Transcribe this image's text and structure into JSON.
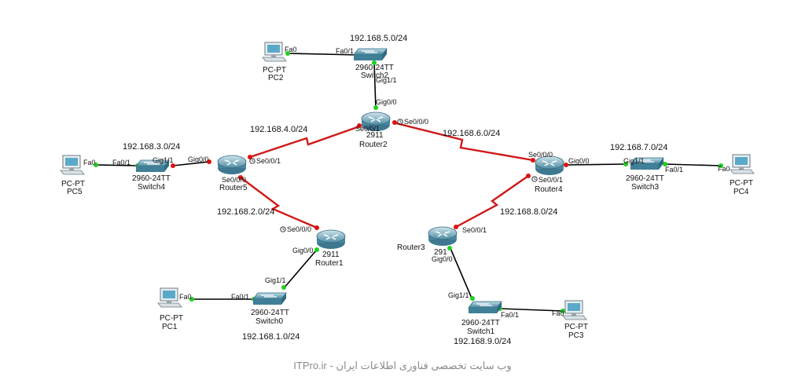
{
  "colors": {
    "ethernet": "#000000",
    "serial": "#d01818",
    "link_up": "#1fd01f",
    "link_down": "#e01010",
    "router_body": "#5f9fb5",
    "switch_body": "#4e8fa6",
    "pc_screen": "#5aa9c9"
  },
  "devices": {
    "router1": {
      "icon": "router-icon",
      "model": "2911",
      "name": "Router1"
    },
    "router2": {
      "icon": "router-icon",
      "model": "2911",
      "name": "Router2"
    },
    "router3": {
      "icon": "router-icon",
      "model": "291",
      "name": "Router3"
    },
    "router4": {
      "icon": "router-icon",
      "model": "",
      "name": "Router4"
    },
    "router5": {
      "icon": "router-icon",
      "model": "",
      "name": "Router5"
    },
    "switch0": {
      "icon": "switch-icon",
      "model": "2960-24TT",
      "name": "Switch0"
    },
    "switch1": {
      "icon": "switch-icon",
      "model": "2960-24TT",
      "name": "Switch1"
    },
    "switch2": {
      "icon": "switch-icon",
      "model": "2960-24TT",
      "name": "Switch2"
    },
    "switch3": {
      "icon": "switch-icon",
      "model": "2960-24TT",
      "name": "Switch3"
    },
    "switch4": {
      "icon": "switch-icon",
      "model": "2960-24TT",
      "name": "Switch4"
    },
    "pc1": {
      "icon": "pc-icon",
      "model": "PC-PT",
      "name": "PC1"
    },
    "pc2": {
      "icon": "pc-icon",
      "model": "PC-PT",
      "name": "PC2"
    },
    "pc3": {
      "icon": "pc-icon",
      "model": "PC-PT",
      "name": "PC3"
    },
    "pc4": {
      "icon": "pc-icon",
      "model": "PC-PT",
      "name": "PC4"
    },
    "pc5": {
      "icon": "pc-icon",
      "model": "PC-PT",
      "name": "PC5"
    }
  },
  "networks": {
    "n1": "192.168.1.0/24",
    "n2": "192.168.2.0/24",
    "n3": "192.168.3.0/24",
    "n4": "192.168.4.0/24",
    "n5": "192.168.5.0/24",
    "n6": "192.168.6.0/24",
    "n7": "192.168.7.0/24",
    "n8": "192.168.8.0/24",
    "n9": "192.168.9.0/24"
  },
  "ports": {
    "pc2_fa0": "Fa0",
    "sw2_fa01": "Fa0/1",
    "sw2_gig11": "Gig1/1",
    "r2_gig00": "Gig0/0",
    "r2_se001": "Se0/0/1",
    "r2_se000": "Se0/0/0",
    "pc5_fa0": "Fa0",
    "sw4_fa01": "Fa0/1",
    "sw4_gig11": "Gig1/1",
    "r5_gig00": "Gig0/0",
    "r5_se001": "Se0/0/1",
    "r5_se000": "Se0/0/0",
    "r1_se000": "Se0/0/0",
    "r1_gig00": "Gig0/0",
    "sw0_gig11": "Gig1/1",
    "sw0_fa01": "Fa0/1",
    "pc1_fa0": "Fa0",
    "r4_se000": "Se0/0/0",
    "r4_gig00": "Gig0/0",
    "r4_se001": "Se0/0/1",
    "sw3_gig11": "Gig1/1",
    "sw3_fa01": "Fa0/1",
    "pc4_fa0": "Fa0",
    "r3_se001": "Se0/0/1",
    "r3_gig00": "Gig0/0",
    "sw1_gig11": "Gig1/1",
    "sw1_fa01": "Fa0/1",
    "pc3_fa0": "Fa0"
  },
  "footer": "وب سایت تخصصی فناوری اطلاعات ایران - ITPro.ir"
}
